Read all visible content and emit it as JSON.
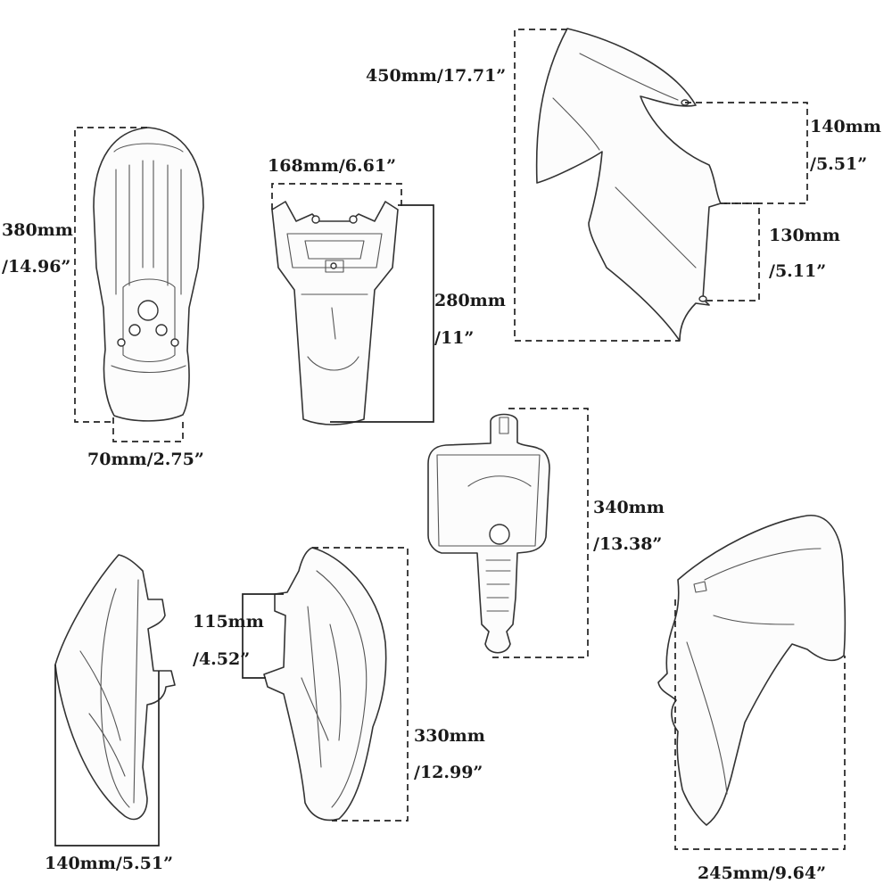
{
  "dimensions": {
    "front_fender_length": "380mm",
    "front_fender_length_in": "/14.96”",
    "front_fender_width": "70mm/2.75”",
    "rear_fender_width": "168mm/6.61”",
    "rear_fender_length": "280mm",
    "rear_fender_length_in": "/11”",
    "tank_shroud_length": "450mm/17.71”",
    "tank_shroud_upper": "140mm",
    "tank_shroud_upper_in": "/5.51”",
    "tank_shroud_lower": "130mm",
    "tank_shroud_lower_in": "/5.11”",
    "number_plate_height": "340mm",
    "number_plate_height_in": "/13.38”",
    "side_cover_mount": "115mm",
    "side_cover_mount_in": "/4.52”",
    "side_cover_length": "330mm",
    "side_cover_length_in": "/12.99”",
    "side_cover_width": "140mm/5.51”",
    "shroud_right_width": "245mm/9.64”"
  }
}
